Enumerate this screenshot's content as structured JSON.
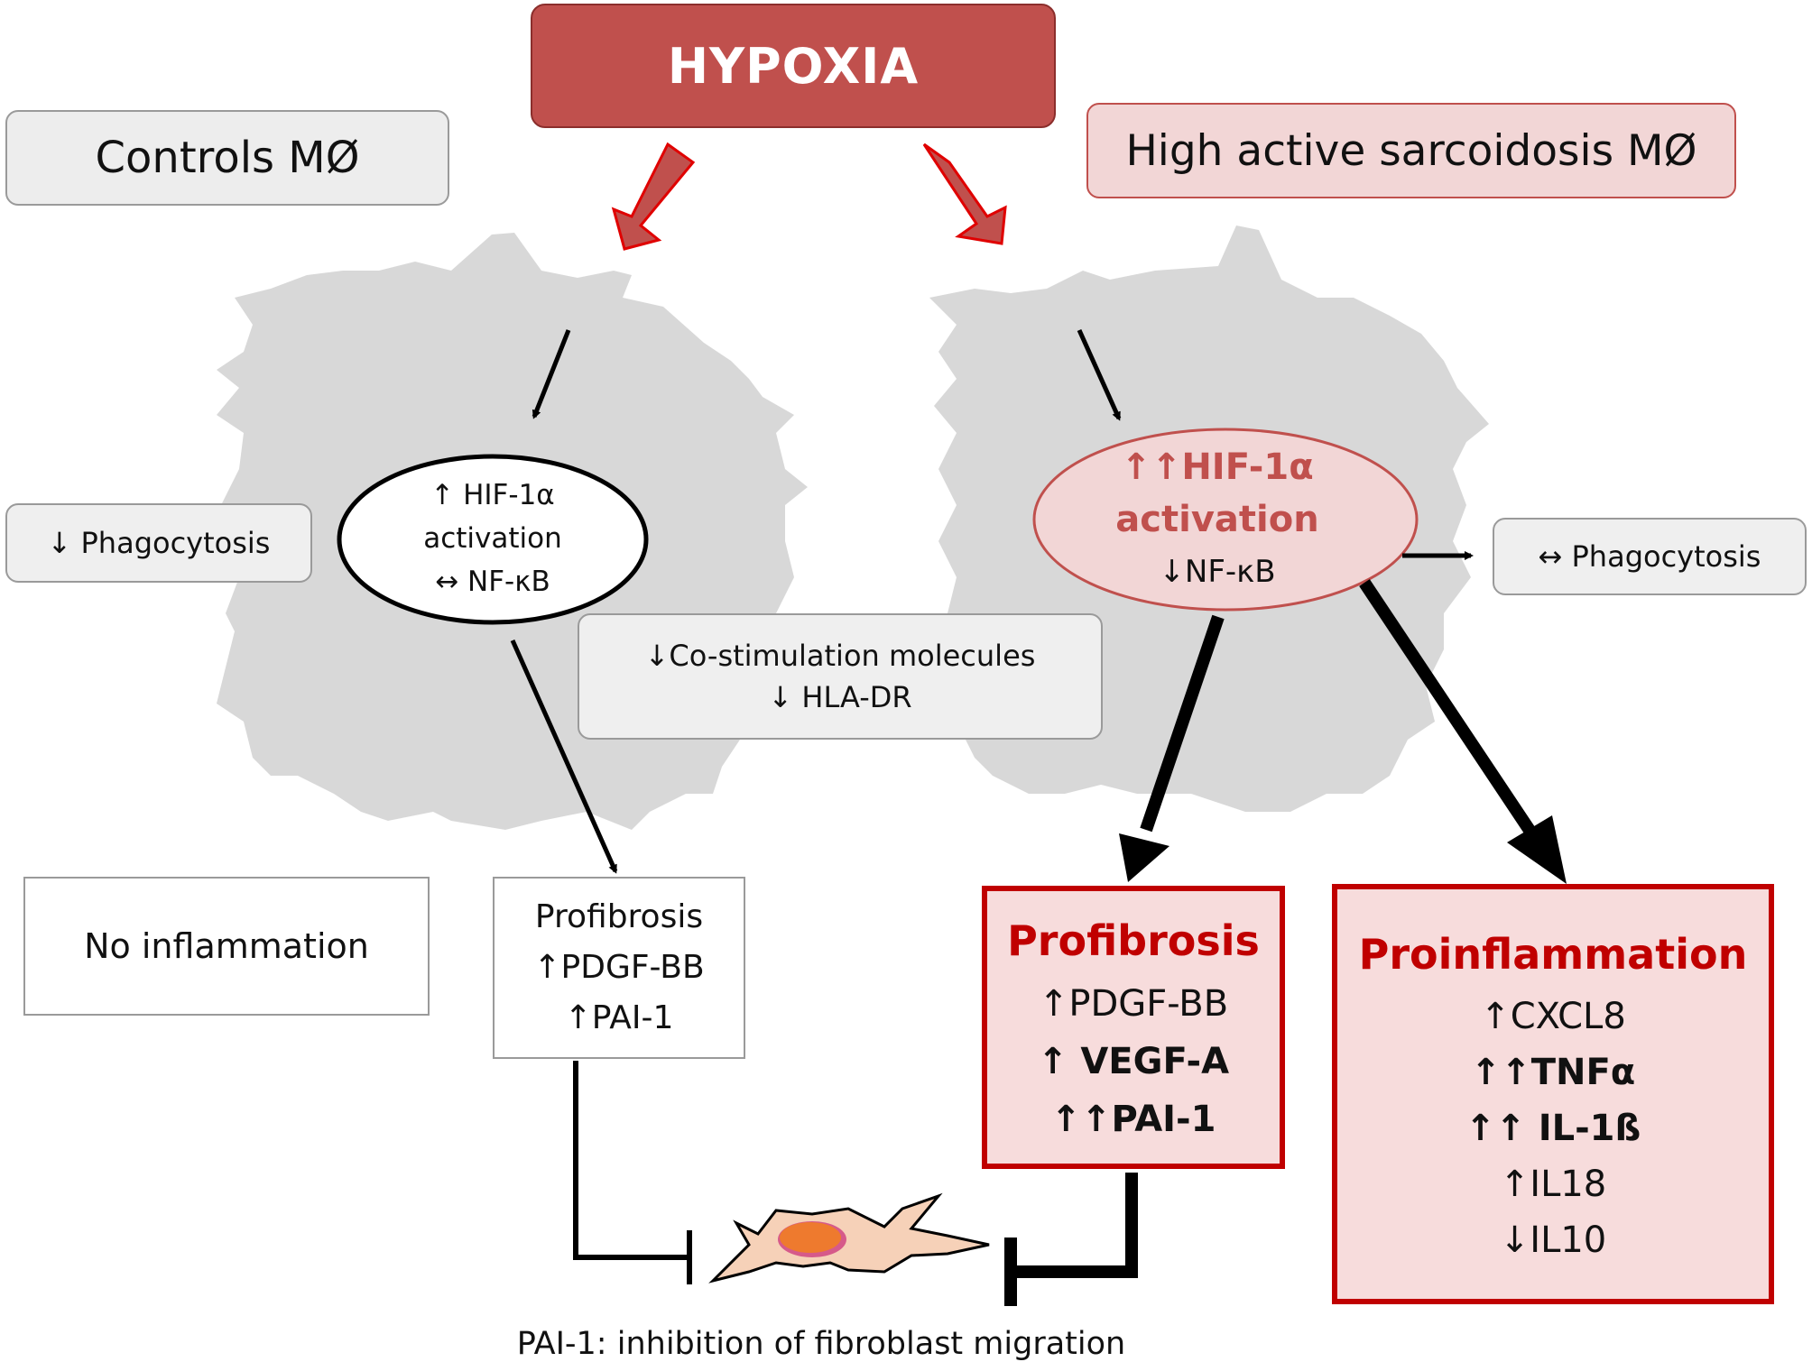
{
  "hypoxia": {
    "label": "HYPOXIA",
    "color": "#c0504d"
  },
  "controls": {
    "label": "Controls MØ"
  },
  "sarcoidosis": {
    "label": "High active sarcoidosis MØ"
  },
  "hif_left": {
    "line1": "↑ HIF-1α",
    "line2": "activation",
    "line3": "↔ NF-κB"
  },
  "hif_right": {
    "line1": "↑↑HIF-1α",
    "line2": "activation",
    "line3": "↓NF-κB"
  },
  "phagocytosis_left": {
    "label": "↓ Phagocytosis"
  },
  "phagocytosis_right": {
    "label": "↔ Phagocytosis"
  },
  "costimulation": {
    "line1": "↓Co-stimulation molecules",
    "line2": "↓ HLA-DR"
  },
  "no_inflammation": {
    "label": "No inflammation"
  },
  "profibrosis_left": {
    "title": "Profibrosis",
    "items": [
      "↑PDGF-BB",
      "↑PAI-1"
    ]
  },
  "profibrosis_right": {
    "title": "Profibrosis",
    "items": [
      "↑PDGF-BB",
      "↑ VEGF-A",
      "↑↑PAI-1"
    ],
    "accent": "#c00000"
  },
  "proinflammation": {
    "title": "Proinflammation",
    "items": [
      "↑CXCL8",
      "↑↑TNFα",
      "↑↑ IL-1ß",
      "↑IL18",
      "↓IL10"
    ],
    "accent": "#c00000"
  },
  "caption": {
    "label": "PAI-1: inhibition of fibroblast migration"
  }
}
